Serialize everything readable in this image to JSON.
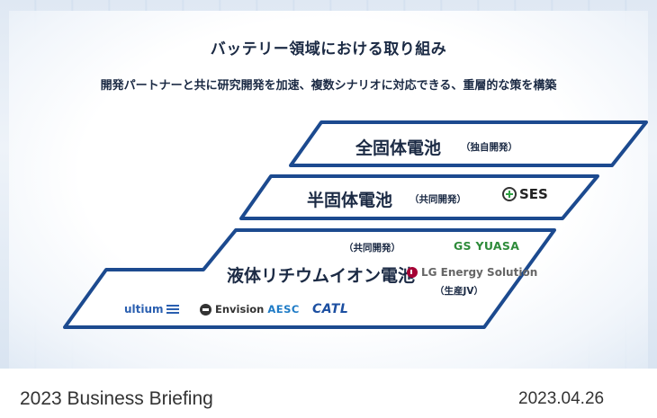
{
  "slide": {
    "title": "バッテリー領域における取り組み",
    "subtitle": "開発パートナーと共に研究開発を加速、複数シナリオに対応できる、重層的な策を構築"
  },
  "tiers": {
    "all_solid": {
      "name": "全固体電池",
      "note": "（独自開発）"
    },
    "semi_solid": {
      "name": "半固体電池",
      "note": "（共同開発）",
      "partner": "SES"
    },
    "liquid": {
      "name": "液体リチウムイオン電池",
      "note": "（共同開発）",
      "partners": {
        "gs_yuasa": "GS YUASA",
        "lg": "LG Energy Solution",
        "lg_note": "（生産JV）",
        "ultium": "ultium",
        "envision": "Envision",
        "aesc": "AESC",
        "catl": "CATL"
      }
    }
  },
  "colors": {
    "tier_stroke": "#1c4a8f",
    "tier_fill": "#ffffff",
    "text": "#1b2a44"
  },
  "footer": {
    "event": "2023 Business Briefing",
    "date": "2023.04.26"
  }
}
